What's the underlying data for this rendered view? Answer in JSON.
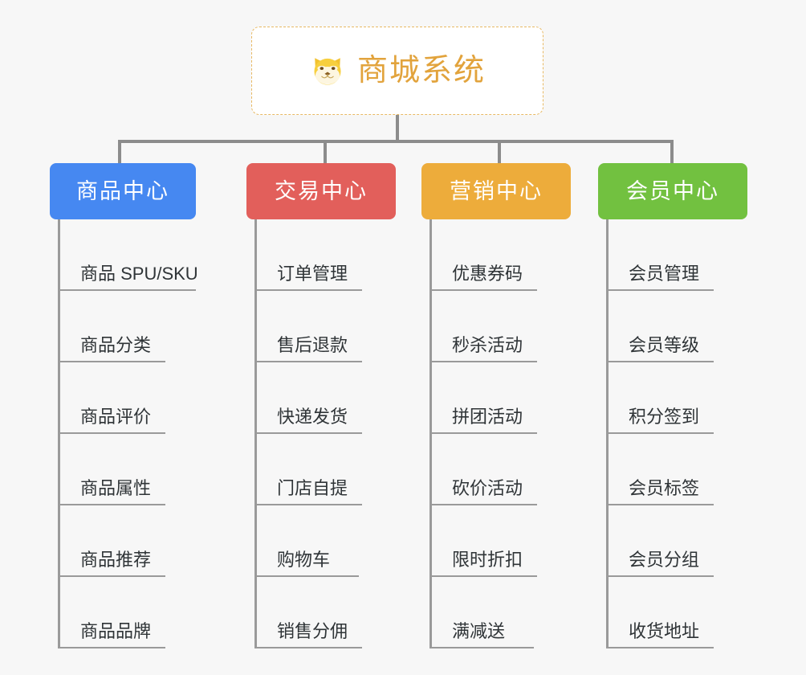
{
  "root": {
    "title": "商城系统",
    "icon": "shiba-dog-icon",
    "text_color": "#e2a33c",
    "border_color": "#e8b964",
    "background": "#ffffff"
  },
  "canvas": {
    "background": "#f7f7f7",
    "connector_color": "#8c8c8c"
  },
  "branches": [
    {
      "label": "商品中心",
      "color": "#4688f1",
      "leaves": [
        "商品 SPU/SKU",
        "商品分类",
        "商品评价",
        "商品属性",
        "商品推荐",
        "商品品牌"
      ]
    },
    {
      "label": "交易中心",
      "color": "#e25f5b",
      "leaves": [
        "订单管理",
        "售后退款",
        "快递发货",
        "门店自提",
        "购物车",
        "销售分佣"
      ]
    },
    {
      "label": "营销中心",
      "color": "#edac3b",
      "leaves": [
        "优惠券码",
        "秒杀活动",
        "拼团活动",
        "砍价活动",
        "限时折扣",
        "满减送"
      ]
    },
    {
      "label": "会员中心",
      "color": "#72c140",
      "leaves": [
        "会员管理",
        "会员等级",
        "积分签到",
        "会员标签",
        "会员分组",
        "收货地址"
      ]
    }
  ]
}
